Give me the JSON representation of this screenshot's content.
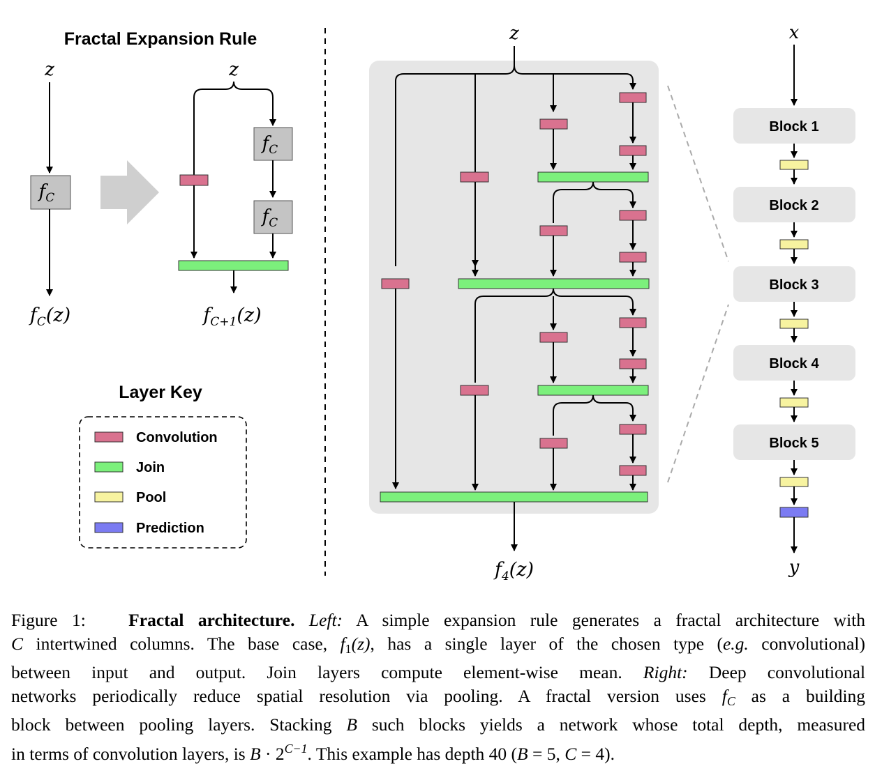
{
  "left_panel": {
    "title": "Fractal Expansion Rule",
    "base_input": "z",
    "base_block": "f",
    "base_block_sub": "C",
    "base_output": "f",
    "base_output_sub": "C",
    "base_output_arg": "(z)",
    "expanded_input": "z",
    "expanded_block_top": "f",
    "expanded_block_top_sub": "C",
    "expanded_block_bottom": "f",
    "expanded_block_bottom_sub": "C",
    "expanded_output": "f",
    "expanded_output_sub": "C+1",
    "expanded_output_arg": "(z)"
  },
  "layer_key": {
    "title": "Layer Key",
    "items": [
      {
        "label": "Convolution",
        "color": "#d9728f"
      },
      {
        "label": "Join",
        "color": "#7cf07c"
      },
      {
        "label": "Pool",
        "color": "#f7f3a0"
      },
      {
        "label": "Prediction",
        "color": "#7b7bf2"
      }
    ]
  },
  "fractal": {
    "input": "z",
    "output": "f",
    "output_sub": "4",
    "output_arg": "(z)"
  },
  "network": {
    "input": "x",
    "output": "y",
    "blocks": [
      "Block 1",
      "Block 2",
      "Block 3",
      "Block 4",
      "Block 5"
    ]
  },
  "colors": {
    "convolution": "#d9728f",
    "join": "#7cf07c",
    "pool": "#f7f3a0",
    "prediction": "#7b7bf2",
    "panel": "#e6e6e6",
    "fc_block": "#c4c4c4"
  },
  "caption": {
    "figure_label": "Figure 1:",
    "title": "Fractal architecture.",
    "left": "Left:",
    "text_1": "A simple expansion rule generates a fractal architecture with",
    "c_var": "C",
    "text_2": "intertwined columns. The base case,",
    "f1": "f",
    "f1_sub": "1",
    "f1_arg": "(z)",
    "text_3": ", has a single layer of the chosen type (",
    "eg": "e.g.",
    "text_4": "convolutional)",
    "line_3a": "between input and output. Join layers compute element-wise mean.",
    "right": "Right:",
    "line_3b": "Deep convolutional",
    "line_4a": "networks periodically reduce spatial resolution via pooling. A fractal version uses",
    "fc": "f",
    "fc_sub": "C",
    "line_4b": "as a building",
    "line_5a": "block between pooling layers. Stacking",
    "b_var": "B",
    "line_5b": "such blocks yields a network whose total depth, measured",
    "line_6a": "in terms of convolution layers, is",
    "formula_b": "B",
    "formula_dot": "· 2",
    "formula_exp": "C−1",
    "line_6b": ". This example has depth 40 (",
    "b_eq": "B",
    "b_eq_val": " = 5, ",
    "c_eq": "C",
    "c_eq_val": " = 4)."
  }
}
